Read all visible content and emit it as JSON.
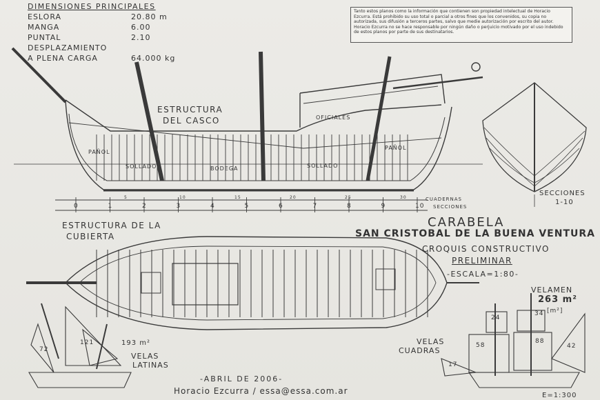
{
  "dimensions": {
    "header": "DIMENSIONES PRINCIPALES",
    "rows": [
      {
        "label": "ESLORA",
        "value": "20.80 m"
      },
      {
        "label": "MANGA",
        "value": "6.00"
      },
      {
        "label": "PUNTAL",
        "value": "2.10"
      },
      {
        "label": "DESPLAZAMIENTO",
        "value": ""
      },
      {
        "label": "A PLENA CARGA",
        "value": "64.000 kg"
      }
    ]
  },
  "notice": "Tanto estos planos como la información que contienen son propiedad intelectual de Horacio Ezcurra. Está prohibido su uso total o parcial a otros fines que los convenidos, su copia no autorizada, sus difusión a terceros partes, salvo que medie autorización por escrito del autor. Horacio Ezcurra no se hace responsable por ningún daño o perjuicio motivado por el uso indebido de estos planos por parte de sus destinatarios.",
  "hull_labels": {
    "estructura_casco_1": "ESTRUCTURA",
    "estructura_casco_2": "DEL CASCO",
    "oficiales": "OFICIALES",
    "panol_aft": "PAÑOL",
    "panol_fore": "PAÑOL",
    "sollado_aft": "SOLLADO",
    "bodega": "BODEGA",
    "sollado_fore": "SOLLADO",
    "cuadernas": "CUADERNAS",
    "secciones": "SECCIONES"
  },
  "station_numbers": [
    "0",
    "1",
    "2",
    "3",
    "4",
    "5",
    "6",
    "7",
    "8",
    "9",
    "10"
  ],
  "frame_numbers": [
    "5",
    "10",
    "15",
    "20",
    "25",
    "30"
  ],
  "sections_label_1": "SECCIONES",
  "sections_label_2": "1-10",
  "deck_label_1": "ESTRUCTURA DE LA",
  "deck_label_2": "CUBIERTA",
  "title": {
    "line1": "CARABELA",
    "line2": "SAN CRISTOBAL DE LA BUENA VENTURA",
    "line3": "CROQUIS CONSTRUCTIVO",
    "line4": "PRELIMINAR",
    "line5": "-ESCALA=1:80-"
  },
  "velamen": {
    "label": "VELAMEN",
    "area": "263 m²",
    "unit": "[m²]"
  },
  "velas_latinas": {
    "line1": "VELAS",
    "line2": "LATINAS",
    "area": "193 m²",
    "sails": [
      "72",
      "121"
    ]
  },
  "velas_cuadras": {
    "line1": "VELAS",
    "line2": "CUADRAS",
    "sails": [
      "24",
      "34",
      "58",
      "88",
      "42",
      "17"
    ]
  },
  "footer": {
    "date": "-ABRIL DE 2006-",
    "author": "Horacio Ezcurra / essa@essa.com.ar",
    "scale": "E=1:300"
  },
  "colors": {
    "ink": "#3a3a3a",
    "paper": "#e9e8e3"
  }
}
